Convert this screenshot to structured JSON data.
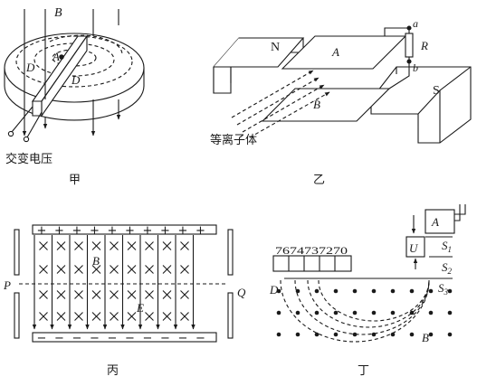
{
  "panels": {
    "jia": {
      "caption": "甲",
      "label_B": "B",
      "label_A": "A",
      "label_D_left": "D",
      "label_D_right": "D",
      "label_source": "交变电压"
    },
    "yi": {
      "caption": "乙",
      "label_N": "N",
      "label_A": "A",
      "label_B": "B",
      "label_S": "S",
      "label_R": "R",
      "label_a": "a",
      "label_b": "b",
      "label_plasma": "等离子体"
    },
    "bing": {
      "caption": "丙",
      "label_P": "P",
      "label_Q": "Q",
      "label_B": "B",
      "label_E": "E",
      "top_sign": "+",
      "bottom_sign": "−"
    },
    "ding": {
      "caption": "丁",
      "label_A": "A",
      "label_U": "U",
      "label_S1": "S",
      "label_S1_sub": "1",
      "label_S2": "S",
      "label_S2_sub": "2",
      "label_S3": "S",
      "label_S3_sub": "3",
      "label_D": "D",
      "label_B": "B",
      "scale_numbers": "7674737270"
    }
  },
  "colors": {
    "ink": "#1a1a1a",
    "background": "#ffffff"
  }
}
